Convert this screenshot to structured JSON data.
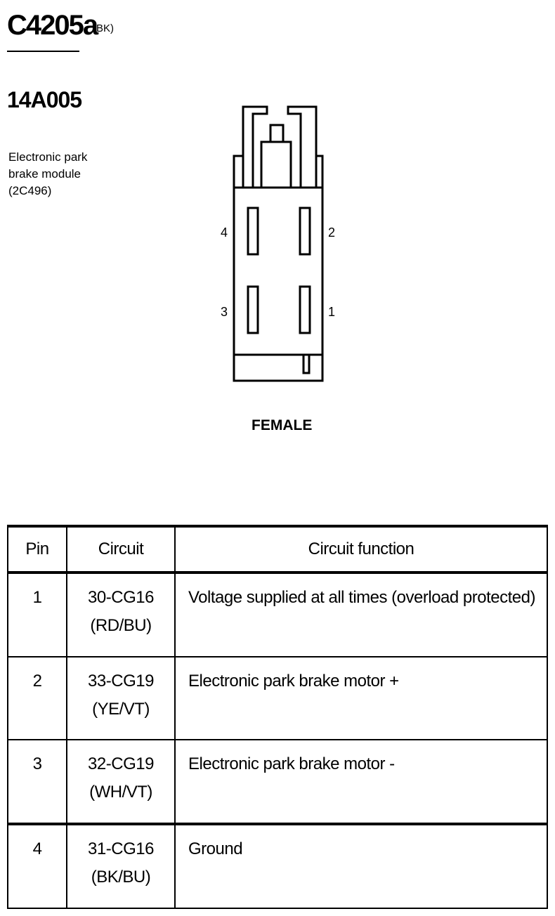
{
  "connector": {
    "id": "C4205a",
    "color": "(BK)",
    "part_number": "14A005",
    "description_lines": [
      "Electronic park",
      "brake module",
      "(2C496)"
    ],
    "gender": "FEMALE",
    "pin_labels": {
      "p4": "4",
      "p2": "2",
      "p3": "3",
      "p1": "1"
    }
  },
  "table": {
    "headers": {
      "pin": "Pin",
      "circuit": "Circuit",
      "function": "Circuit function"
    },
    "rows": [
      {
        "pin": "1",
        "circuit": "30-CG16",
        "color": "(RD/BU)",
        "function": "Voltage supplied at all times (overload protected)"
      },
      {
        "pin": "2",
        "circuit": "33-CG19",
        "color": "(YE/VT)",
        "function": "Electronic park brake motor +"
      },
      {
        "pin": "3",
        "circuit": "32-CG19",
        "color": "(WH/VT)",
        "function": "Electronic park brake motor -"
      },
      {
        "pin": "4",
        "circuit": "31-CG16",
        "color": "(BK/BU)",
        "function": "Ground"
      }
    ]
  }
}
